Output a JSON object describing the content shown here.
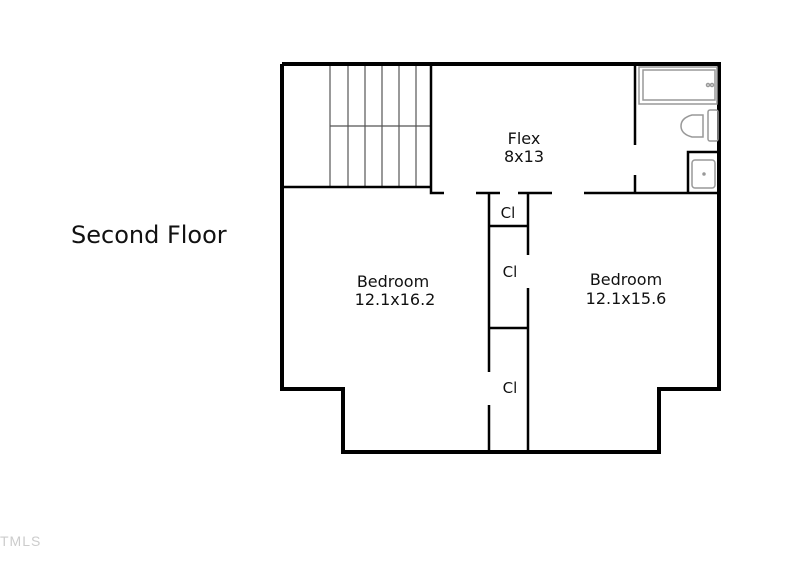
{
  "floor_title": "Second Floor",
  "rooms": [
    {
      "name": "Flex",
      "size": "8x13"
    },
    {
      "name": "Bedroom",
      "size": "12.1x16.2"
    },
    {
      "name": "Bedroom",
      "size": "12.1x15.6"
    }
  ],
  "closets": [
    "Cl",
    "Cl",
    "Cl"
  ],
  "watermark": "TMLS",
  "colors": {
    "wall": "#000000",
    "fixture": "#999999",
    "watermark": "#cccccc"
  }
}
